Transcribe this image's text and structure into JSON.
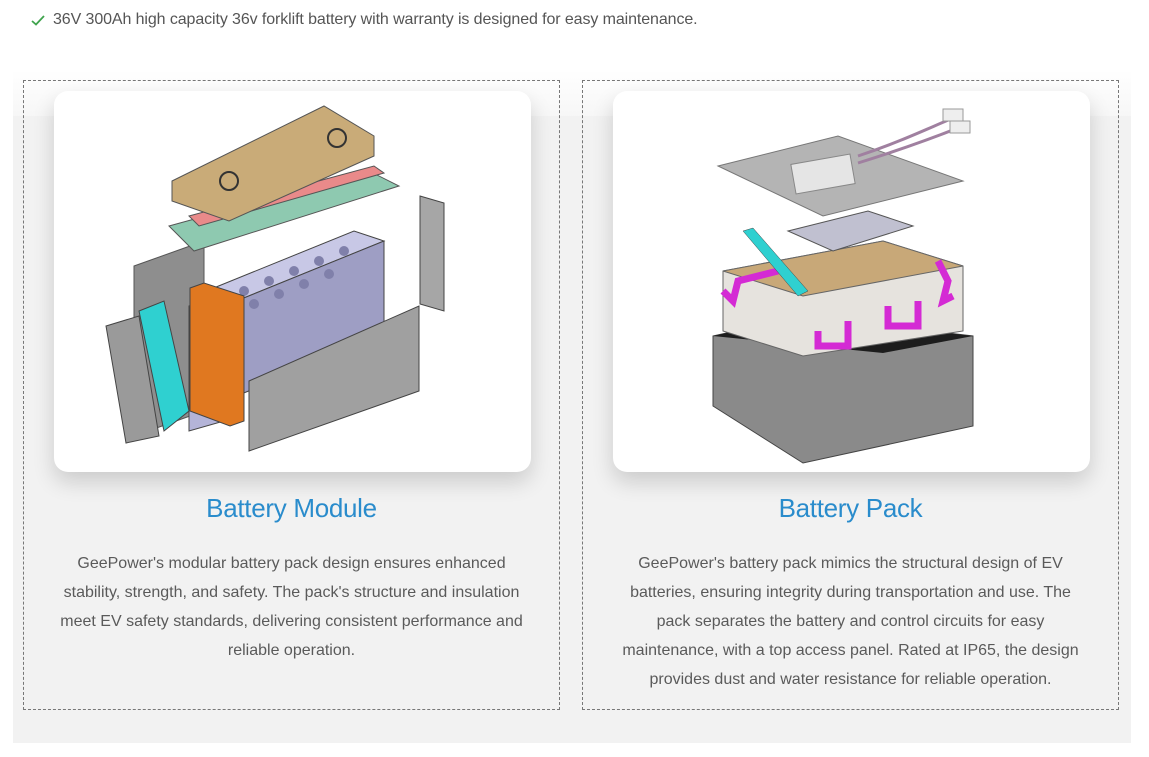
{
  "feature": {
    "icon": "check-icon",
    "text": "36V 300Ah high capacity 36v forklift battery with warranty is designed for easy maintenance."
  },
  "colors": {
    "title_blue": "#2a8ccc",
    "check_green": "#3fa34d",
    "panel_gray": "#f2f2f2"
  },
  "cards": [
    {
      "image": "battery-module-exploded-diagram",
      "title": "Battery Module",
      "description": "GeePower's modular battery pack design ensures enhanced stability, strength, and safety. The pack's structure and insulation meet EV safety standards, delivering consistent performance and reliable operation."
    },
    {
      "image": "battery-pack-exploded-diagram",
      "title": "Battery Pack",
      "description": "GeePower's battery pack mimics the structural design of EV batteries, ensuring integrity during transportation and use. The pack separates the battery and control circuits for easy maintenance, with a top access panel. Rated at IP65, the design provides dust and water resistance for reliable operation."
    }
  ]
}
